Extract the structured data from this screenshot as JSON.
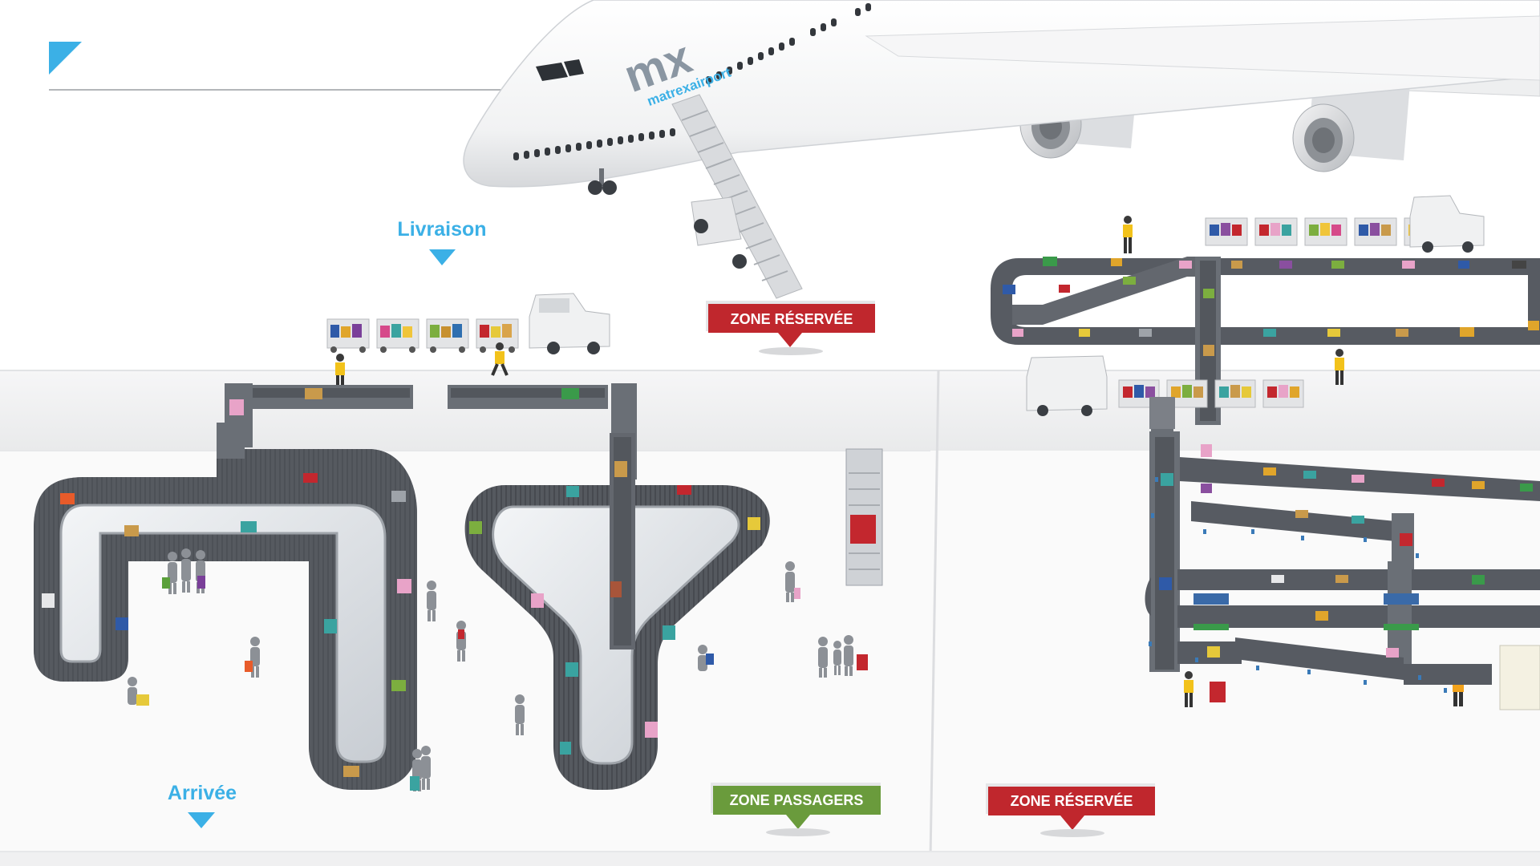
{
  "labels": {
    "delivery": "Livraison",
    "arrival": "Arrivée"
  },
  "zones": {
    "restricted_top": "ZONE RÉSERVÉE",
    "passengers": "ZONE PASSAGERS",
    "restricted_bottom": "ZONE RÉSERVÉE"
  },
  "logo": {
    "mark": "mx",
    "name": "matrexairport"
  },
  "colors": {
    "accent_blue": "#3bb0e6",
    "zone_red": "#c0272d",
    "zone_green": "#6a9b3c",
    "belt_dark": "#4e5258",
    "belt_frame": "#666b72",
    "floor_band": "#eeeeef"
  },
  "icons": {
    "corner_mark": "blue-corner-triangle-icon",
    "pointer": "down-triangle-icon",
    "person": "person-silhouette-icon",
    "luggage": "suitcase-icon"
  }
}
